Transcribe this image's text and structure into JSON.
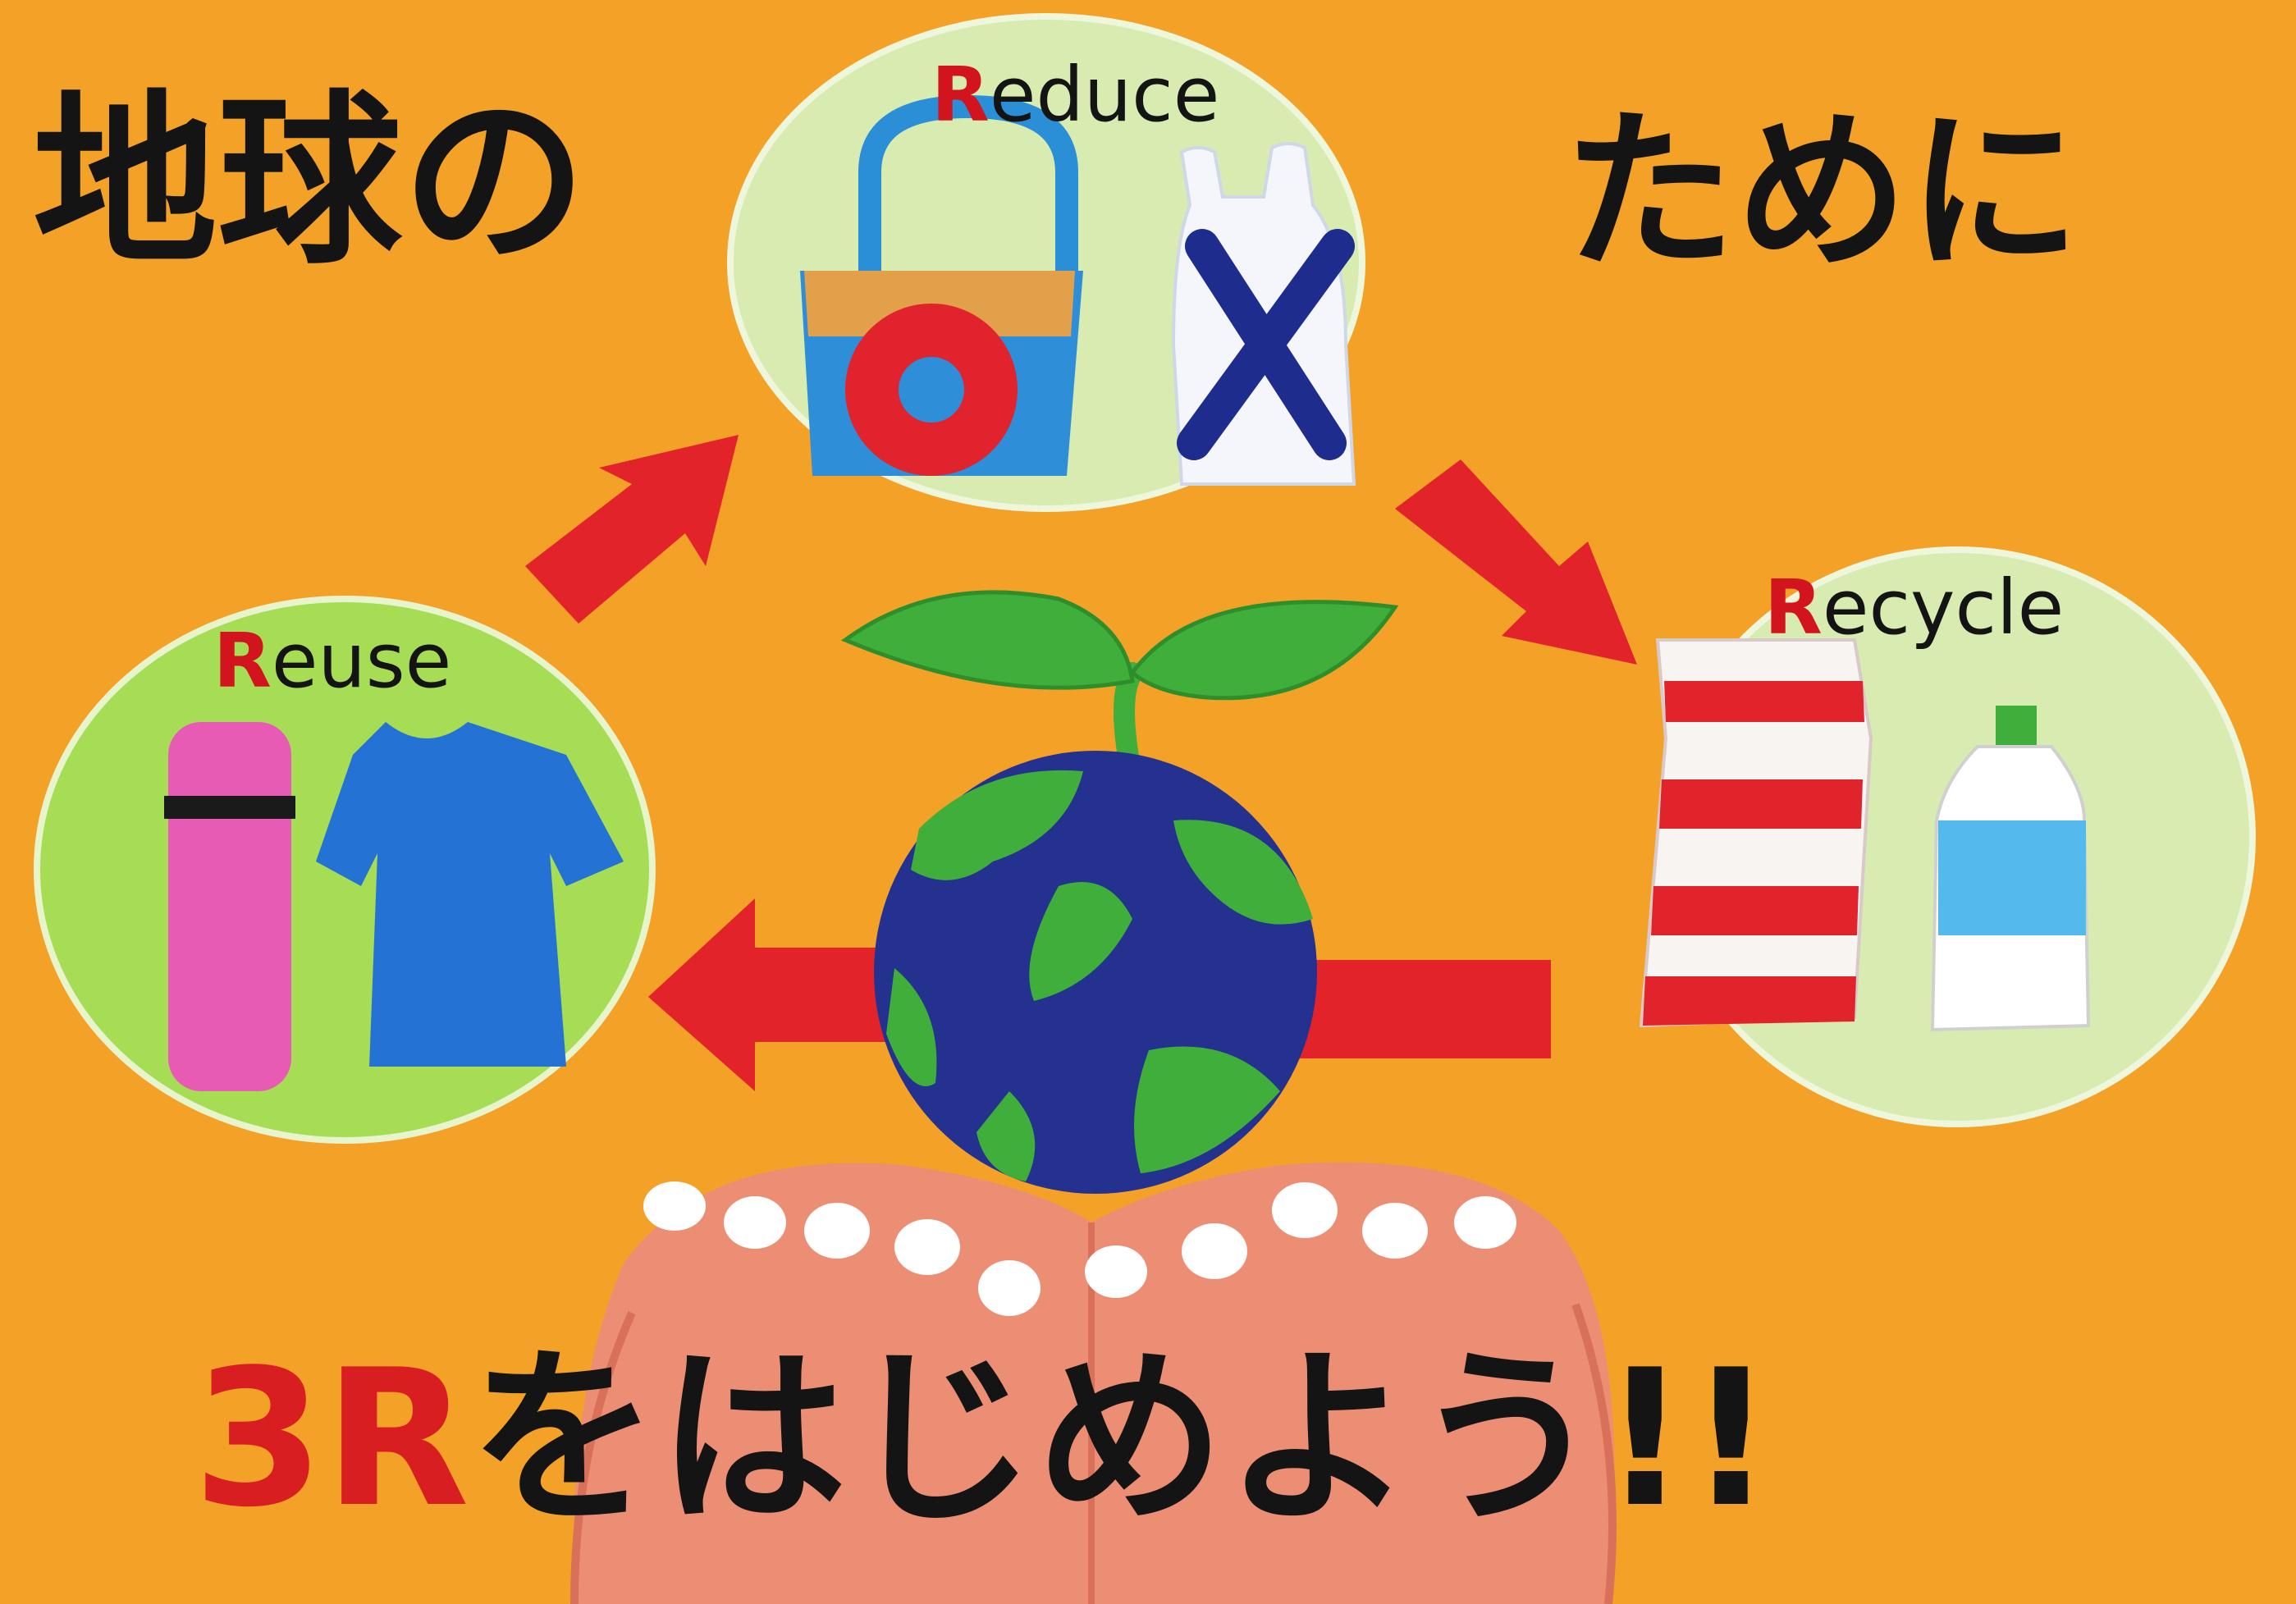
{
  "headline": {
    "left": "地球の",
    "right": "ために"
  },
  "labels": {
    "reduce": {
      "cap": "R",
      "rest": "educe"
    },
    "reuse": {
      "cap": "R",
      "rest": "euse"
    },
    "recycle": {
      "cap": "R",
      "rest": "ecycle"
    }
  },
  "slogan": {
    "highlight": "3R",
    "rest": "をはじめよう!!"
  },
  "colors": {
    "background": "#f4a42a",
    "bubble": "#d8ebb0",
    "reuse_bubble": "#a6dd55",
    "arrow": "#e3232a",
    "earth_ocean": "#24318f",
    "earth_land": "#3fae3a",
    "hands": "#ec8e74"
  }
}
